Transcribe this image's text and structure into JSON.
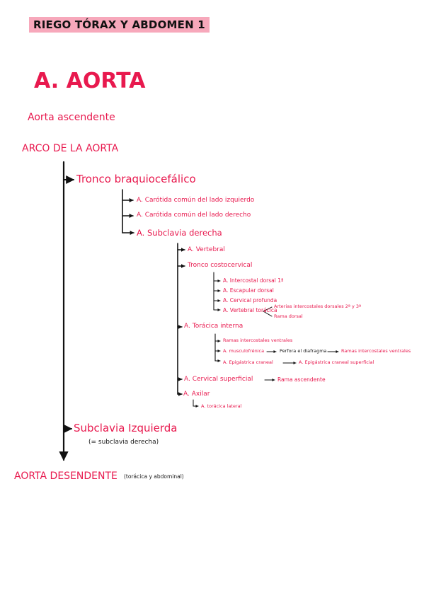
{
  "header": {
    "title": "RIEGO TÓRAX Y ABDOMEN 1"
  },
  "heading": "A. AORTA",
  "aorta_ascendente": "Aorta ascendente",
  "arco": "ARCO DE LA AORTA",
  "tronco_braquiocefalico": {
    "label": "Tronco braquiocefálico",
    "children": [
      "A. Carótida común del lado izquierdo",
      "A. Carótida común del lado derecho"
    ],
    "subclavia_derecha": {
      "label": "A. Subclavia derecha",
      "vertebral": "A. Vertebral",
      "tronco_costocervical": {
        "label": "Tronco costocervical",
        "children": [
          "A. Intercostal dorsal 1ª",
          "A. Escapular dorsal",
          "A. Cervical profunda",
          "A. Vertebral torácica"
        ],
        "vertebral_branches": [
          "Arterias intercostales dorsales 2ª y 3ª",
          "Rama dorsal"
        ]
      },
      "toracica_interna": {
        "label": "A. Torácica interna",
        "ramas": "Ramas intercostales ventrales",
        "musculofrenica": "A. musculofrénica",
        "perfora": "Perfora el diafragma",
        "ramas_ventrales": "Ramas intercostales ventrales",
        "epigastrica": "A. Epigástrica craneal",
        "epigastrica_sup": "A. Epigástrica craneal superficial"
      },
      "cervical_superficial": "A. Cervical superficial",
      "rama_ascendente": "Rama ascendente",
      "axilar": "A. Axilar",
      "toracica_lateral": "A. torácica lateral"
    }
  },
  "subclavia_izquierda": "Subclavia Izquierda",
  "subclavia_note": "(= subclavia derecha)",
  "aorta_desendente": "AORTA DESENDENTE",
  "aorta_desendente_note": "(torácica y abdominal)",
  "colors": {
    "accent": "#e8194e",
    "highlight": "#f7a8bb",
    "ink": "#1a1a1a"
  }
}
